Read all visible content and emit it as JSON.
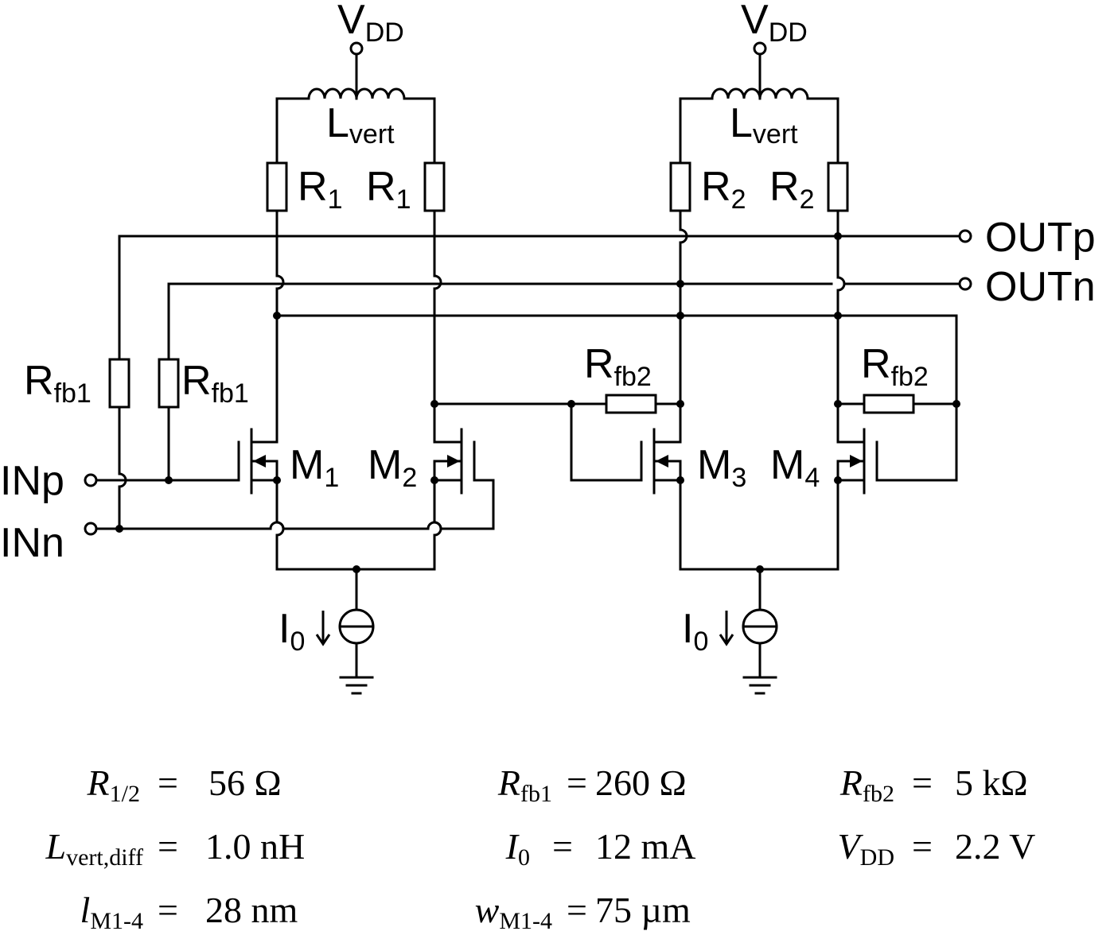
{
  "labels": {
    "vdd_left": {
      "main": "V",
      "sub": "DD"
    },
    "vdd_right": {
      "main": "V",
      "sub": "DD"
    },
    "lvert_left": {
      "main": "L",
      "sub": "vert"
    },
    "lvert_right": {
      "main": "L",
      "sub": "vert"
    },
    "r1_left": {
      "main": "R",
      "sub": "1"
    },
    "r1_right": {
      "main": "R",
      "sub": "1"
    },
    "r2_left": {
      "main": "R",
      "sub": "2"
    },
    "r2_right": {
      "main": "R",
      "sub": "2"
    },
    "rfb1_left": {
      "main": "R",
      "sub": "fb1"
    },
    "rfb1_right": {
      "main": "R",
      "sub": "fb1"
    },
    "rfb2_left": {
      "main": "R",
      "sub": "fb2"
    },
    "rfb2_right": {
      "main": "R",
      "sub": "fb2"
    },
    "m1": {
      "main": "M",
      "sub": "1"
    },
    "m2": {
      "main": "M",
      "sub": "2"
    },
    "m3": {
      "main": "M",
      "sub": "3"
    },
    "m4": {
      "main": "M",
      "sub": "4"
    },
    "i0_left": {
      "main": "I",
      "sub": "0"
    },
    "i0_right": {
      "main": "I",
      "sub": "0"
    },
    "in_p": "INp",
    "in_n": "INn",
    "out_p": "OUTp",
    "out_n": "OUTn"
  },
  "parameters": [
    {
      "sym": "R",
      "sub": "1/2",
      "eq": "=",
      "value": "56 Ω"
    },
    {
      "sym": "R",
      "sub": "fb1",
      "eq": "=",
      "value": "260 Ω"
    },
    {
      "sym": "R",
      "sub": "fb2",
      "eq": "=",
      "value": "5 kΩ"
    },
    {
      "sym": "L",
      "sub": "vert,diff",
      "eq": "=",
      "value": "1.0 nH"
    },
    {
      "sym": "I",
      "sub": "0",
      "eq": "=",
      "value": "12 mA"
    },
    {
      "sym": "V",
      "sub": "DD",
      "eq": "=",
      "value": "2.2 V"
    },
    {
      "sym": "l",
      "sub": "M1-4",
      "eq": "=",
      "value": "28 nm"
    },
    {
      "sym": "w",
      "sub": "M1-4",
      "eq": "=",
      "value": "75 µm"
    }
  ]
}
